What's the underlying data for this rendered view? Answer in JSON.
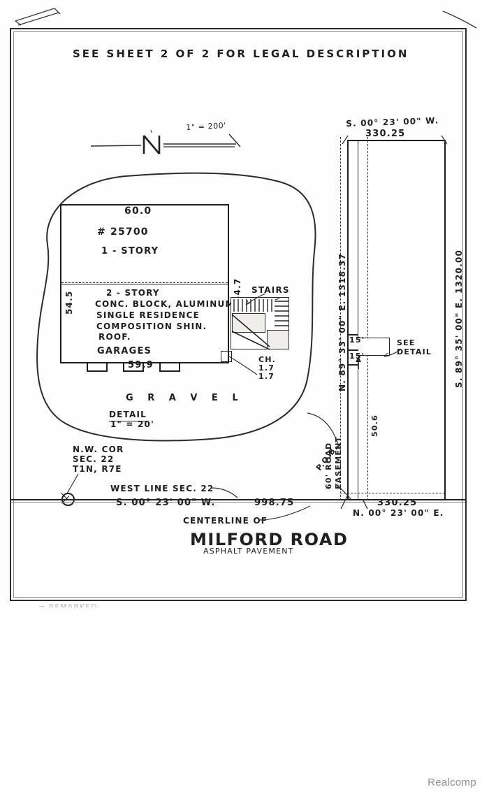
{
  "document": {
    "type": "land-survey-plot-plan",
    "header_note": "SEE SHEET 2 OF 2 FOR LEGAL DESCRIPTION",
    "watermark": "Realcomp",
    "bottom_legend_faint": "= REMARKED"
  },
  "north_arrow": {
    "symbol_name": "north-arrow-N",
    "label": "N",
    "scale": "1\" = 200'"
  },
  "building": {
    "front_width": "60.0",
    "address_number": "# 25700",
    "stories_upper": "1 - STORY",
    "stories_lower": "2 - STORY",
    "construction_line_1": "CONC. BLOCK, ALUMINUM",
    "construction_line_2": "SINGLE RESIDENCE",
    "construction_line_3": "COMPOSITION  SHIN.",
    "construction_line_4": "ROOF.",
    "garages": "GARAGES",
    "rear_width": "59.9",
    "left_depth": "54.5",
    "right_depth": "54.7",
    "stairs_label": "STAIRS",
    "chimney_label": "CH.",
    "chimney_dim_1": "1.7",
    "chimney_dim_2": "1.7"
  },
  "site": {
    "surface_label": "G R A V E L",
    "detail_title": "DETAIL",
    "detail_scale": "1\" = 20'"
  },
  "monuments": {
    "nw_corner_line_1": "N.W. COR",
    "nw_corner_line_2": "SEC. 22",
    "nw_corner_line_3": "T1N, R7E",
    "west_line_label": "WEST LINE SEC. 22",
    "pob_label": "P.O.B."
  },
  "bearings": {
    "north_bearing": "S. 00° 23' 00\" W.",
    "north_distance": "330.25",
    "east_bearing": "S. 89° 35' 00\" E.",
    "east_distance": "1320.00",
    "west_bearing": "N. 89° 33' 00\" E.",
    "west_distance": "1318.37",
    "south_bearing_left": "S. 00° 23' 00\" W.",
    "south_distance_left": "998.75",
    "south_bearing_right": "N. 00° 23' 00\" E.",
    "south_distance_right": "330.25"
  },
  "easement": {
    "label_line_1": "60' ROAD",
    "label_line_2": "EASEMENT",
    "offset_top": "15'",
    "offset_bottom": "15'",
    "see_detail_line_1": "SEE",
    "see_detail_line_2": "DETAIL",
    "frontage": "50.6"
  },
  "road": {
    "centerline_note": "CENTERLINE OF",
    "name": "MILFORD ROAD",
    "surface": "ASPHALT PAVEMENT"
  },
  "colors": {
    "ink": "#202020",
    "paper": "#ffffff",
    "shade": "#efeee9",
    "watermark": "#8f8f8f"
  }
}
